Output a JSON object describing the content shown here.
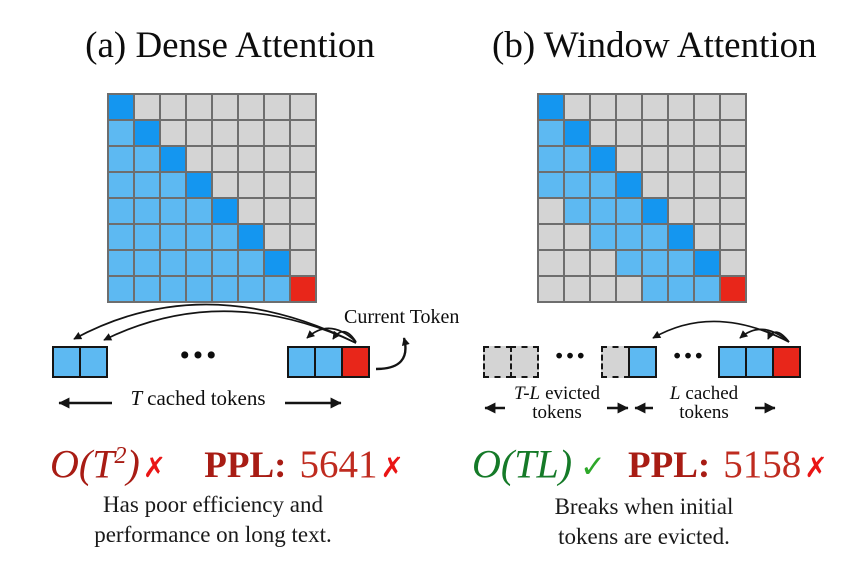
{
  "colors": {
    "light_blue": "#5db9f2",
    "dark_blue": "#1496f0",
    "masked_gray": "#d4d4d4",
    "current_red": "#e8261a",
    "grid_line": "#6e6e6e",
    "formula_dark_red": "#a81c14",
    "ppl_value_red": "#bf2b1f",
    "cross_red": "#ea1515",
    "formula_dark_green": "#157a28",
    "check_green": "#2ea82a"
  },
  "panels": [
    {
      "key": "a",
      "title": "(a) Dense Attention",
      "grid_rows": [
        "dggggggg",
        "ldgggggg",
        "lldggggg",
        "llldgggg",
        "lllldggg",
        "llllldgg",
        "lllllldg",
        "lllllllr"
      ],
      "token_groups": [
        {
          "id": "a-left",
          "cells": [
            "cached",
            "cached"
          ]
        },
        {
          "id": "a-right",
          "cells": [
            "cached",
            "cached",
            "current"
          ]
        }
      ],
      "ellipsis": "...",
      "current_token_label": "Current Token",
      "cache_span": {
        "var": "T",
        "text": "cached tokens"
      },
      "complexity": {
        "expr_open": "O(T",
        "sup": "2",
        "expr_close": ")",
        "verdict": "✗"
      },
      "ppl": {
        "label": "PPL:",
        "value": "5641",
        "verdict": "✗"
      },
      "caption": {
        "line1": "Has poor efficiency and",
        "line2": "performance on long text."
      }
    },
    {
      "key": "b",
      "title": "(b) Window Attention",
      "grid_rows": [
        "dggggggg",
        "ldgggggg",
        "lldggggg",
        "llldgggg",
        "gllldggg",
        "ggllldgg",
        "gggllldg",
        "gggglllr"
      ],
      "token_groups": [
        {
          "id": "b-evicted",
          "cells": [
            "evicted",
            "evicted"
          ]
        },
        {
          "id": "b-mid",
          "cells": [
            "evicted",
            "cached"
          ]
        },
        {
          "id": "b-right",
          "cells": [
            "cached",
            "cached",
            "current"
          ]
        }
      ],
      "ellipsis": "...",
      "evicted_span": {
        "var": "T-L",
        "text": "evicted",
        "line2": "tokens"
      },
      "cache_span": {
        "var": "L",
        "text": "cached",
        "line2": "tokens"
      },
      "complexity": {
        "expr_open": "O(TL",
        "sup": "",
        "expr_close": ")",
        "verdict": "✓"
      },
      "ppl": {
        "label": "PPL:",
        "value": "5158",
        "verdict": "✗"
      },
      "caption": {
        "line1": "Breaks when initial",
        "line2": "tokens are evicted."
      }
    }
  ]
}
